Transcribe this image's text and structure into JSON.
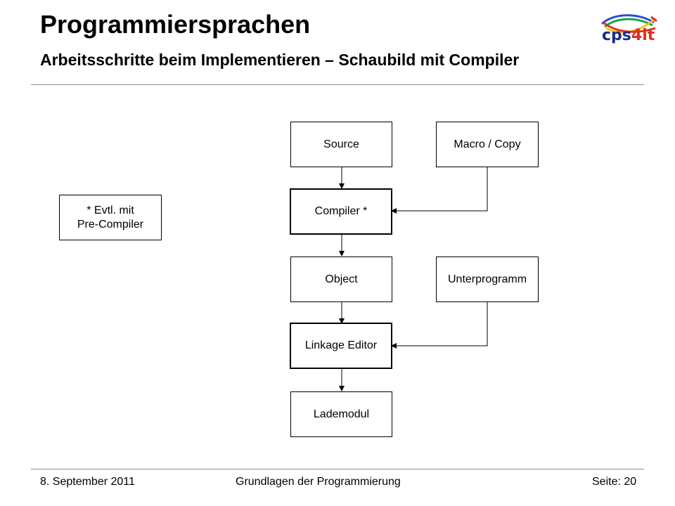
{
  "header": {
    "title": "Programmiersprachen",
    "subtitle": "Arbeitsschritte beim Implementieren – Schaubild mit Compiler"
  },
  "logo": {
    "text_main": "cps",
    "text_accent": "4it",
    "colors": {
      "blue": "#1a2a8c",
      "red": "#e0301e",
      "arc_colors": [
        "#2a4fd0",
        "#19a34a",
        "#f0c419",
        "#e0301e"
      ]
    }
  },
  "diagram": {
    "nodes": {
      "source": "Source",
      "macro_copy": "Macro / Copy",
      "compiler": "Compiler *",
      "note_line1": "* Evtl. mit",
      "note_line2": "Pre-Compiler",
      "object": "Object",
      "unterprogramm": "Unterprogramm",
      "linkage_editor": "Linkage Editor",
      "lademodul": "Lademodul"
    }
  },
  "footer": {
    "date": "8. September 2011",
    "course": "Grundlagen der Programmierung",
    "page": "Seite: 20"
  }
}
